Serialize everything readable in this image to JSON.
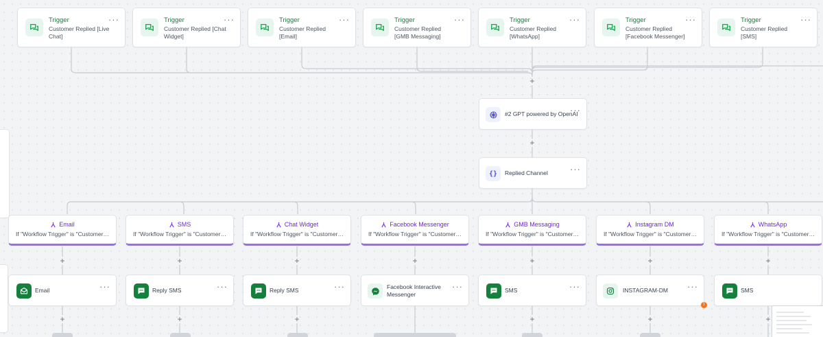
{
  "triggers": [
    {
      "title": "Trigger",
      "desc": "Customer Replied [Live Chat]"
    },
    {
      "title": "Trigger",
      "desc": "Customer Replied [Chat Widget]"
    },
    {
      "title": "Trigger",
      "desc": "Customer Replied [Email]"
    },
    {
      "title": "Trigger",
      "desc": "Customer Replied [GMB Messaging]"
    },
    {
      "title": "Trigger",
      "desc": "Customer Replied [WhatsApp]"
    },
    {
      "title": "Trigger",
      "desc": "Customer Replied [Facebook Messenger]"
    },
    {
      "title": "Trigger",
      "desc": "Customer Replied [SMS]"
    }
  ],
  "gpt_node": {
    "label": "#2 GPT powered by OpenAI",
    "icon": "openai-icon"
  },
  "switch_node": {
    "label": "Replied Channel",
    "icon": "braces-icon"
  },
  "branches": [
    {
      "title": "Email",
      "condition": "If \"Workflow Trigger\" is \"Customer Replied\""
    },
    {
      "title": "SMS",
      "condition": "If \"Workflow Trigger\" is \"Customer Replied\""
    },
    {
      "title": "Chat Widget",
      "condition": "If \"Workflow Trigger\" is \"Customer Replied\""
    },
    {
      "title": "Facebook Messenger",
      "condition": "If \"Workflow Trigger\" is \"Customer Replied\""
    },
    {
      "title": "GMB Messaging",
      "condition": "If \"Workflow Trigger\" is \"Customer Replied\""
    },
    {
      "title": "Instagram DM",
      "condition": "If \"Workflow Trigger\" is \"Customer Replied\""
    },
    {
      "title": "WhatsApp",
      "condition": "If \"Workflow Trigger\" is \"Customer Replied\""
    }
  ],
  "actions": [
    {
      "label": "Email",
      "icon": "email-icon"
    },
    {
      "label": "Reply SMS",
      "icon": "sms-icon"
    },
    {
      "label": "Reply SMS",
      "icon": "sms-icon"
    },
    {
      "label": "Facebook Interactive Messenger",
      "icon": "messenger-icon"
    },
    {
      "label": "SMS",
      "icon": "sms-icon"
    },
    {
      "label": "INSTAGRAM-DM",
      "icon": "instagram-icon"
    },
    {
      "label": "SMS",
      "icon": "sms-icon"
    }
  ],
  "more_label": "···",
  "plus_label": "+",
  "warning_label": "!",
  "colors": {
    "trigger_accent": "#15803d",
    "branch_accent": "#9b6ee6",
    "connector": "#c7cbd1",
    "warning": "#f97316"
  }
}
